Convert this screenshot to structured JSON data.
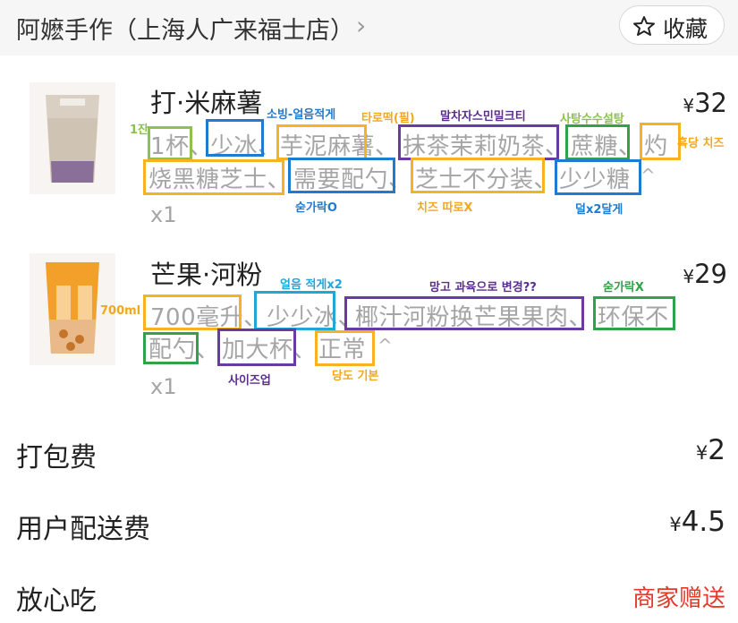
{
  "store": {
    "name": "阿嬷手作（上海人广来福士店）",
    "chevron": "›",
    "favorite_label": "收藏"
  },
  "items": [
    {
      "name": "打·米麻薯",
      "currency": "¥",
      "price": "32",
      "quantity": "x1",
      "options_line1": [
        "1杯、",
        "少冰、",
        "芋泥麻薯、",
        "抹茶茉莉奶茶、",
        "蔗糖、",
        "灼"
      ],
      "options_line2": [
        "烧黑糖芝士、",
        "需要配勺、",
        "芝士不分装、",
        "少少糖"
      ],
      "notes": [
        "1잔",
        "소빙-얼음적게",
        "타로떡(필)",
        "말차자스민밀크티",
        "사탕수수설탕",
        "흑당 치즈",
        "숟가락O",
        "치즈 따로X",
        "덜x2달게"
      ]
    },
    {
      "name": "芒果·河粉",
      "currency": "¥",
      "price": "29",
      "quantity": "x1",
      "options_line1": [
        "700毫升、",
        "少少冰、",
        "椰汁河粉换芒果果肉、",
        "环保不"
      ],
      "options_line2": [
        "配勺、",
        "加大杯、",
        "正常"
      ],
      "notes": [
        "700ml",
        "얼음 적게x2",
        "망고 과육으로 변경??",
        "숟가락X",
        "사이즈업",
        "당도 기본"
      ]
    }
  ],
  "fees": {
    "packing_label": "打包费",
    "packing_value": "2",
    "delivery_label": "用户配送费",
    "delivery_value": "4.5",
    "assurance_label": "放心吃",
    "assurance_value": "商家赠送",
    "currency": "¥"
  },
  "colors": {
    "yellow": "#f5b324",
    "blue": "#1f7bd0",
    "purple": "#6b3aa0",
    "green": "#2fa24a",
    "light_green": "#8cc24a",
    "cyan": "#22a6d6",
    "red": "#e23a2a"
  }
}
